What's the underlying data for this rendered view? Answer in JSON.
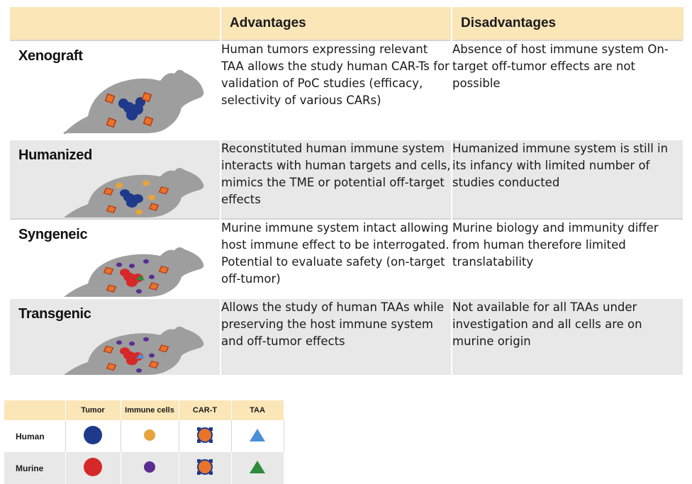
{
  "header": {
    "col_model": "",
    "col_advantages": "Advantages",
    "col_disadvantages": "Disadvantages"
  },
  "rows": [
    {
      "model": "Xenograft",
      "advantages": "Human tumors expressing relevant TAA allows the study human CAR-Ts for validation of PoC studies (efficacy, selectivity of various CARs)",
      "disadvantages": "Absence of host immune system On-target off-tumor effects are not possible"
    },
    {
      "model": "Humanized",
      "advantages": "Reconstituted human immune system interacts with human targets and cells, mimics the TME or potential off-target effects",
      "disadvantages": "Humanized immune system is still in its infancy with limited number of studies conducted"
    },
    {
      "model": "Syngeneic",
      "advantages": "Murine immune system intact allowing host immune effect to be interrogated. Potential to evaluate safety (on-target off-tumor)",
      "disadvantages": "Murine biology and immunity differ from human therefore limited translatability"
    },
    {
      "model": "Transgenic",
      "advantages": "Allows the study of human TAAs while preserving the host immune system and off-tumor effects",
      "disadvantages": "Not available for all TAAs under investigation and all cells are on murine origin"
    }
  ],
  "legend": {
    "headers": [
      "",
      "Tumor",
      "Immune cells",
      "CAR-T",
      "TAA"
    ],
    "rows": [
      {
        "label": "Human",
        "tumor_color": "#1f3a8a",
        "immune_color": "#e8a33a",
        "cart_core": "#e8742a",
        "taa_color": "#4a90d9"
      },
      {
        "label": "Murine",
        "tumor_color": "#d62828",
        "immune_color": "#5a2d91",
        "cart_core": "#e8742a",
        "taa_color": "#2e8b3d"
      }
    ]
  },
  "colors": {
    "header_bg": "#fbe6b8",
    "row_grey": "#e8e8e8",
    "mouse": "#9e9e9e",
    "cart_border": "#1f3a8a"
  },
  "icons": [
    "mouse-icon",
    "tumor-icon",
    "immune-cell-icon",
    "car-t-icon",
    "taa-icon"
  ]
}
